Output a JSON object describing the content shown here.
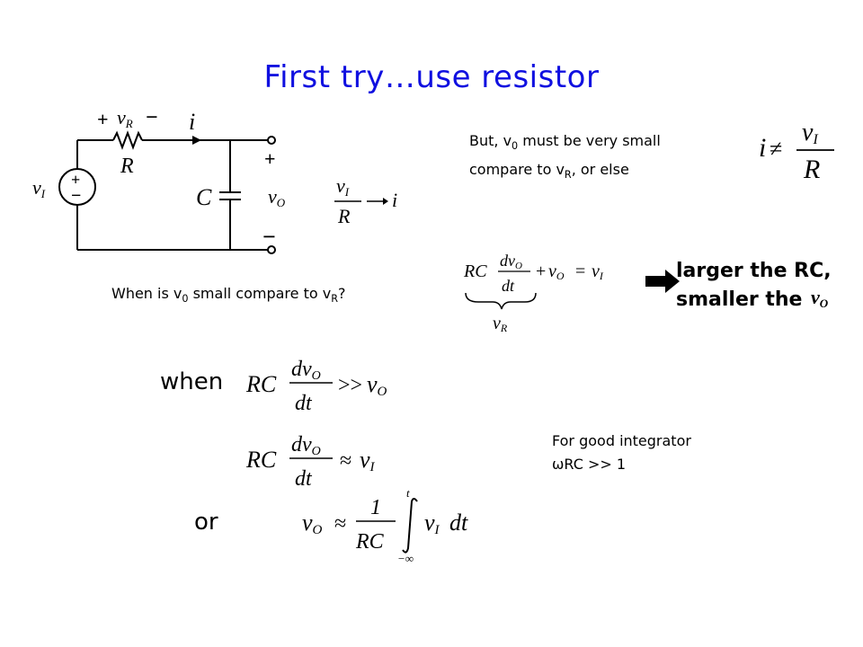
{
  "slide": {
    "title": "First try…use resistor",
    "note_but_line1_pre": "But, v",
    "note_but_line1_sub": "0",
    "note_but_line1_post": " must be very small",
    "note_but_line2_pre": "compare to v",
    "note_but_line2_sub": "R",
    "note_but_line2_post": ", or else",
    "question_pre": "When is v",
    "question_sub1": "0",
    "question_mid": " small compare to v",
    "question_sub2": "R",
    "question_post": "?",
    "larger_line1": "larger the RC,",
    "larger_line2": "smaller the",
    "word_when": "when",
    "word_or": "or",
    "integrator_line1": "For good integrator",
    "integrator_line2": "ωRC >> 1"
  },
  "circuit": {
    "plus_left": "+",
    "minus_left": "−",
    "vR": "v",
    "vR_sub": "R",
    "R": "R",
    "i": "i",
    "C": "C",
    "vO": "v",
    "vO_sub": "O",
    "vI": "v",
    "vI_sub": "I",
    "src_plus": "+",
    "src_minus": "−",
    "plus_out": "+",
    "minus_out": "−"
  },
  "equations": {
    "vI_over_R_arrow_i": {
      "num": "v",
      "num_sub": "I",
      "den": "R",
      "rhs": "i"
    },
    "i_not_equal": {
      "lhs": "i",
      "rel": "≠",
      "num": "v",
      "num_sub": "I",
      "den": "R"
    },
    "rc_sum": {
      "coef": "RC",
      "num": "dv",
      "num_sub": "O",
      "den": "dt",
      "plus": "+",
      "term": "v",
      "term_sub": "O",
      "eq": "=",
      "rhs": "v",
      "rhs_sub": "I",
      "brace_label": "v",
      "brace_label_sub": "R"
    },
    "much_greater": {
      "coef": "RC",
      "num": "dv",
      "num_sub": "O",
      "den": "dt",
      "rel": ">>",
      "rhs": "v",
      "rhs_sub": "O"
    },
    "approx_vI": {
      "coef": "RC",
      "num": "dv",
      "num_sub": "O",
      "den": "dt",
      "rel": "≈",
      "rhs": "v",
      "rhs_sub": "I"
    },
    "integral": {
      "lhs": "v",
      "lhs_sub": "O",
      "rel": "≈",
      "num": "1",
      "den": "RC",
      "upper": "t",
      "lower": "−∞",
      "integrand": "v",
      "integrand_sub": "I",
      "dt": "dt"
    },
    "smaller_vO": {
      "var": "v",
      "sub": "O"
    }
  },
  "colors": {
    "title": "#1010e0",
    "text": "#000000"
  }
}
